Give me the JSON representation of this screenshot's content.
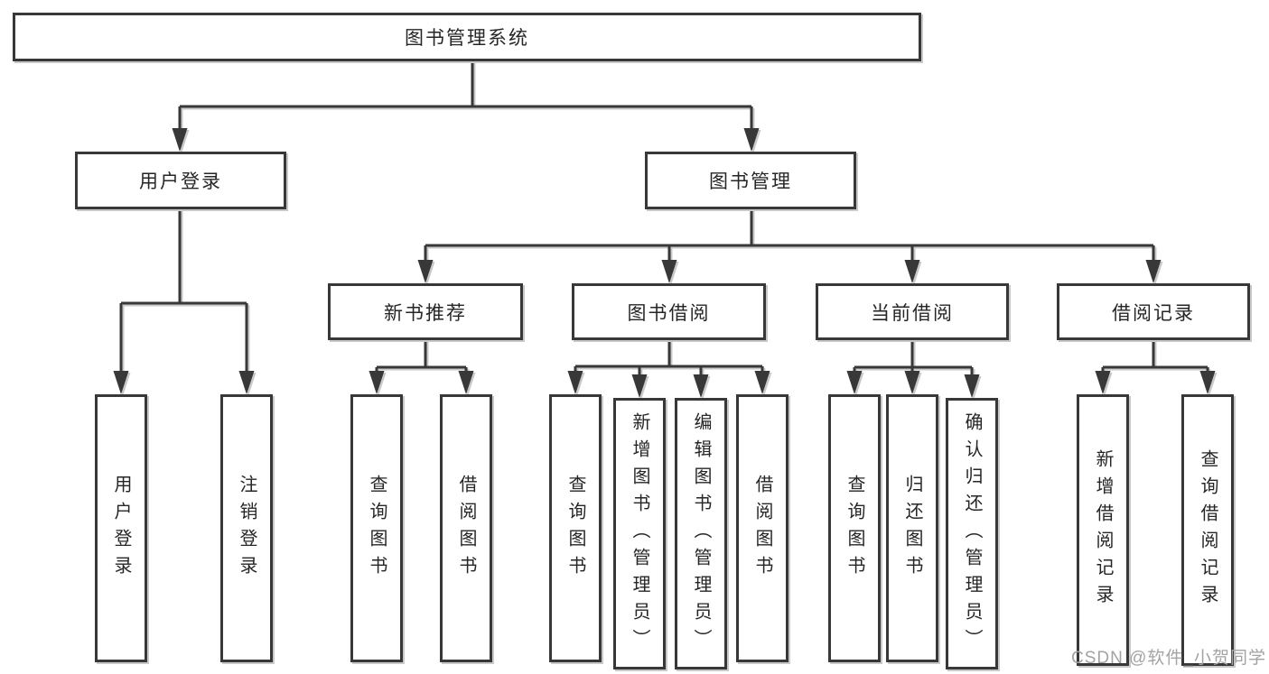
{
  "diagram": {
    "root": "图书管理系统",
    "branches": [
      {
        "label": "用户登录",
        "children": [
          "用户登录",
          "注销登录"
        ]
      },
      {
        "label": "图书管理",
        "groups": [
          {
            "label": "新书推荐",
            "children": [
              "查询图书",
              "借阅图书"
            ]
          },
          {
            "label": "图书借阅",
            "children": [
              "查询图书",
              "新增图书（管理员）",
              "编辑图书（管理员）",
              "借阅图书"
            ]
          },
          {
            "label": "当前借阅",
            "children": [
              "查询图书",
              "归还图书",
              "确认归还（管理员）"
            ]
          },
          {
            "label": "借阅记录",
            "children": [
              "新增借阅记录",
              "查询借阅记录"
            ]
          }
        ]
      }
    ]
  },
  "watermark": "CSDN @软件_小贺同学",
  "colors": {
    "line": "#383838",
    "text": "#262626",
    "box_background": "#ffffff",
    "shadow": "#c9c9c9",
    "watermark": "#a3a3a3",
    "background": "#ffffff"
  }
}
